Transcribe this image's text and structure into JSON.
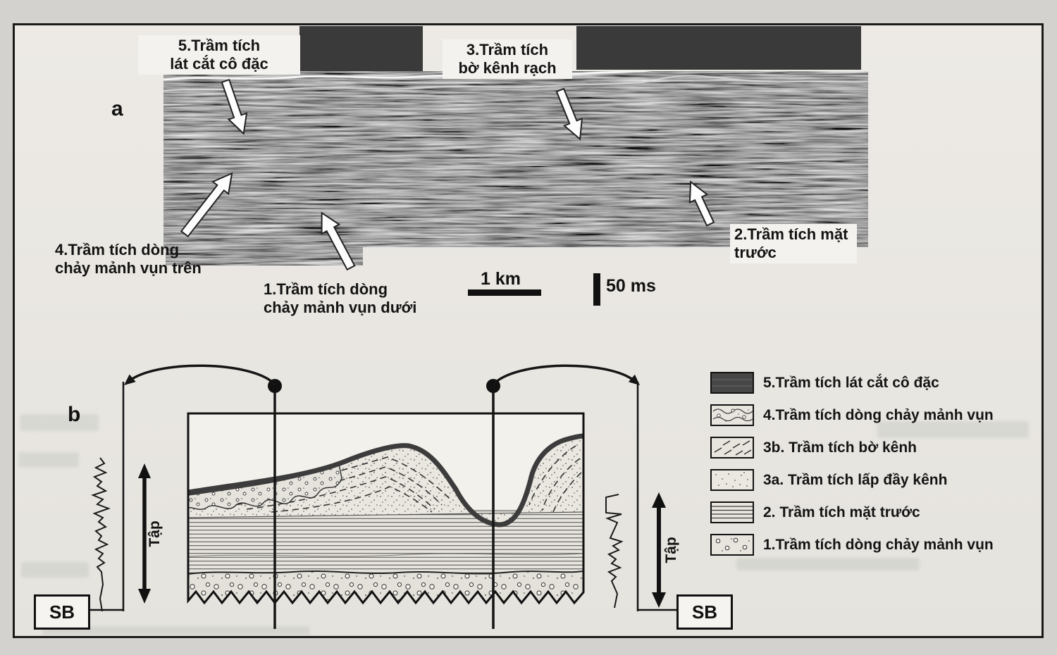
{
  "figure": {
    "panel_a": {
      "letter": "a",
      "labels": {
        "l5": "5.Trầm tích\nlát cắt cô đặc",
        "l3": "3.Trầm tích\nbờ kênh rạch",
        "l2": "2.Trầm tích mặt\ntrước",
        "l4": "4.Trầm tích dòng\nchảy mảnh vụn trên",
        "l1": "1.Trầm tích dòng\nchảy mảnh vụn dưới"
      },
      "scale_horizontal": "1 km",
      "scale_vertical": "50 ms"
    },
    "panel_b": {
      "letter": "b",
      "tap": "Tập",
      "sb": "SB"
    },
    "legend": {
      "items": [
        {
          "key": "5",
          "label": "5.Trầm tích lát cắt cô đặc",
          "pattern": "solid-dark"
        },
        {
          "key": "4",
          "label": "4.Trầm tích dòng chảy mảnh vụn",
          "pattern": "wavy-circles"
        },
        {
          "key": "3b",
          "label": "3b. Trầm tích bờ kênh",
          "pattern": "diagonal-dashes"
        },
        {
          "key": "3a",
          "label": "3a. Trầm tích lấp đầy kênh",
          "pattern": "stipple"
        },
        {
          "key": "2",
          "label": "2. Trầm tích mặt trước",
          "pattern": "horizontal-lines"
        },
        {
          "key": "1",
          "label": "1.Trầm tích dòng chảy mảnh vụn",
          "pattern": "circles"
        }
      ]
    },
    "colors": {
      "page": "#d4d2ce",
      "paper": "#eae8e3",
      "seismic_dark": "#454545",
      "ink": "#141414"
    }
  }
}
